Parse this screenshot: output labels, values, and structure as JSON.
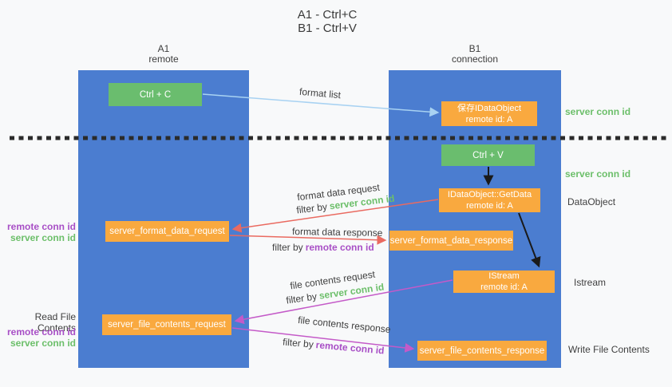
{
  "title": {
    "line1": "A1 - Ctrl+C",
    "line2": "B1 - Ctrl+V"
  },
  "lanes": {
    "a1": {
      "name": "A1",
      "role": "remote"
    },
    "b1": {
      "name": "B1",
      "role": "connection"
    }
  },
  "boxes": {
    "ctrl_c": {
      "label": "Ctrl + C"
    },
    "ctrl_v": {
      "label": "Ctrl + V"
    },
    "save_dataobject": {
      "line1": "保存IDataObject",
      "line2": "remote id: A"
    },
    "getdata": {
      "line1": "IDataObject::GetData",
      "line2": "remote id: A"
    },
    "istream": {
      "line1": "IStream",
      "line2": "remote id: A"
    },
    "server_format_data_request": {
      "label": "server_format_data_request"
    },
    "server_format_data_response": {
      "label": "server_format_data_response"
    },
    "server_file_contents_request": {
      "label": "server_file_contents_request"
    },
    "server_file_contents_response": {
      "label": "server_file_contents_response"
    }
  },
  "arrow_labels": {
    "format_list": "format list",
    "format_data_request": "format data request",
    "format_data_response": "format data response",
    "file_contents_request": "file contents request",
    "file_contents_response": "file contents response",
    "filter_by": "filter by",
    "server_conn_id": "server conn id",
    "remote_conn_id": "remote conn id"
  },
  "side_labels": {
    "right_server_conn_id_1": "server conn id",
    "right_server_conn_id_2": "server conn id",
    "right_dataobject": "DataObject",
    "right_istream": "Istream",
    "right_write_file_contents": "Write File Contents",
    "left_remote_conn_id_1": "remote conn id",
    "left_server_conn_id_1": "server conn id",
    "left_read_file_contents": "Read File Contents",
    "left_remote_conn_id_2": "remote conn id",
    "left_server_conn_id_2": "server conn id"
  },
  "colors": {
    "lane_blue": "#4b7dd0",
    "box_green": "#6abd6e",
    "box_orange": "#f9a93f",
    "arrow_light_blue": "#a8d2f2",
    "arrow_red": "#ea6a60",
    "arrow_magenta": "#c45ac8",
    "arrow_black": "#1a1a1a",
    "text_green": "#6cbf6a",
    "text_purple": "#a84fc6",
    "text_dark": "#3f3f3f",
    "background": "#f8f9fa"
  }
}
